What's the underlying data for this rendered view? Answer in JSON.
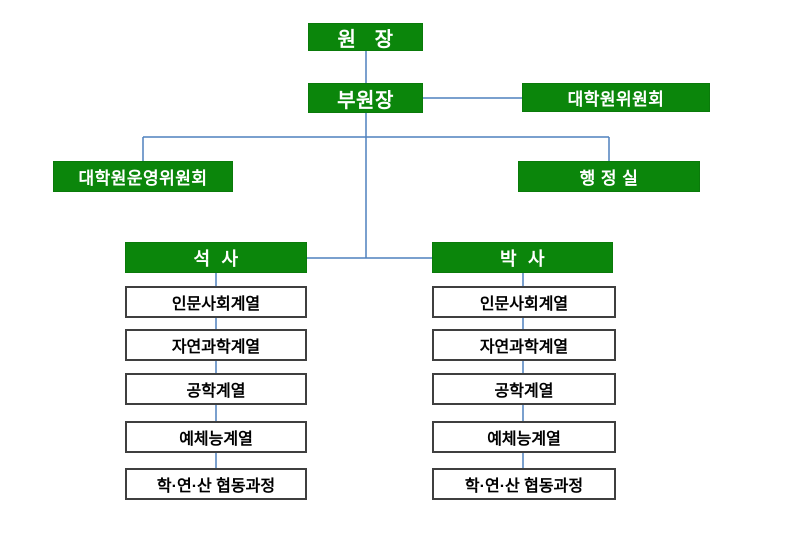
{
  "diagram": {
    "type": "org-chart",
    "colors": {
      "node_green": "#0b860b",
      "connector_blue": "#4f81bd",
      "dept_border_gray": "#3f3f3f",
      "text_on_green": "#ffffff",
      "text_on_white": "#000000"
    },
    "nodes": {
      "director": {
        "label": "원   장"
      },
      "vice_director": {
        "label": "부원장"
      },
      "graduate_committee": {
        "label": "대학원위원회"
      },
      "operating_committee": {
        "label": "대학원운영위원회"
      },
      "admin_office": {
        "label": "행 정 실"
      },
      "masters": {
        "label": "석  사"
      },
      "doctoral": {
        "label": "박  사"
      }
    },
    "masters_departments": [
      "인문사회계열",
      "자연과학계열",
      "공학계열",
      "예체능계열",
      "학·연·산 협동과정"
    ],
    "doctoral_departments": [
      "인문사회계열",
      "자연과학계열",
      "공학계열",
      "예체능계열",
      "학·연·산 협동과정"
    ]
  }
}
